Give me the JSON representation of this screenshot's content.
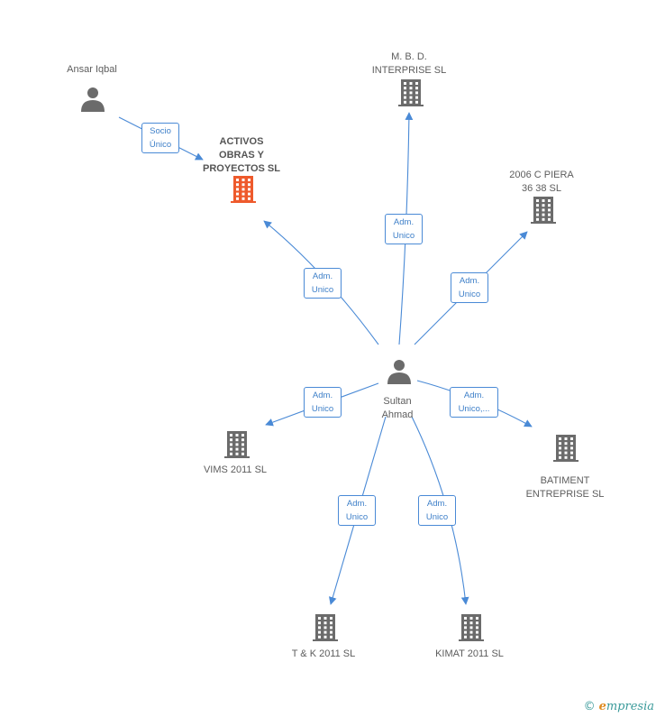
{
  "colors": {
    "edge": "#4a8ad6",
    "node_gray": "#6b6b6b",
    "node_focus": "#ee5a2c"
  },
  "nodes": {
    "ansar": {
      "label": "Ansar Iqbal",
      "type": "person"
    },
    "activos": {
      "label": "ACTIVOS\nOBRAS Y\nPROYECTOS SL",
      "type": "company",
      "focus": true
    },
    "mbd": {
      "label": "M.  B. D.\nINTERPRISE  SL",
      "type": "company"
    },
    "piera": {
      "label": "2006 C PIERA\n36 38 SL",
      "type": "company"
    },
    "sultan": {
      "label": "Sultan\nAhmad",
      "type": "person"
    },
    "vims": {
      "label": "VIMS 2011 SL",
      "type": "company"
    },
    "batiment": {
      "label": "BATIMENT\nENTREPRISE SL",
      "type": "company"
    },
    "tk": {
      "label": "T & K 2011 SL",
      "type": "company"
    },
    "kimat": {
      "label": "KIMAT 2011 SL",
      "type": "company"
    }
  },
  "edges": [
    {
      "from": "ansar",
      "to": "activos",
      "label": "Socio\nÚnico"
    },
    {
      "from": "sultan",
      "to": "activos",
      "label": "Adm.\nUnico"
    },
    {
      "from": "sultan",
      "to": "mbd",
      "label": "Adm.\nUnico"
    },
    {
      "from": "sultan",
      "to": "piera",
      "label": "Adm.\nUnico"
    },
    {
      "from": "sultan",
      "to": "vims",
      "label": "Adm.\nUnico"
    },
    {
      "from": "sultan",
      "to": "batiment",
      "label": "Adm.\nUnico,..."
    },
    {
      "from": "sultan",
      "to": "tk",
      "label": "Adm.\nUnico"
    },
    {
      "from": "sultan",
      "to": "kimat",
      "label": "Adm.\nUnico"
    }
  ],
  "footer": {
    "copyright": "©",
    "brand_initial": "e",
    "brand_rest": "mpresia"
  }
}
